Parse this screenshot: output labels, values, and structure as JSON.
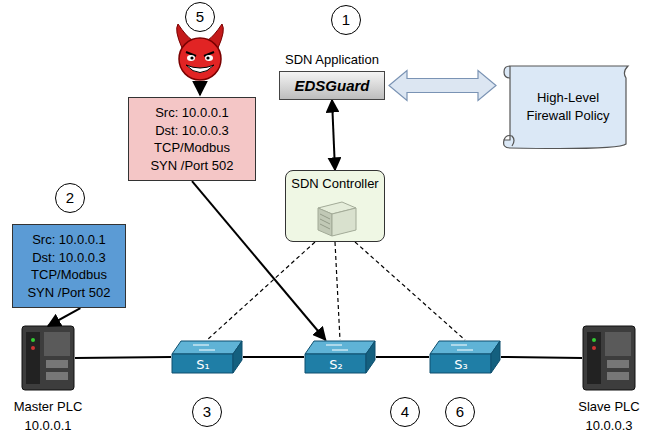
{
  "diagram": {
    "nodes": [
      {
        "text": [
          "SDN Application",
          "EDSGuard"
        ]
      },
      {
        "text": [
          "High-Level Firewall Policy"
        ]
      },
      {
        "text": [
          "Src: 10.0.0.1 Dst: 10.0.0.3 TCP/Modbus SYN /Port 502"
        ]
      },
      {
        "text": [
          "SDN Controller"
        ]
      },
      {
        "text": [
          "Src: 10.0.0.1 Dst: 10.0.0.3 TCP/Modbus SYN /Port 502"
        ]
      },
      {
        "text": [
          "Master PLC 10.0.0.1"
        ]
      },
      {
        "text": [
          "S₁"
        ]
      },
      {
        "text": [
          "S₂"
        ]
      },
      {
        "text": [
          "S₃"
        ]
      },
      {
        "text": [
          "Slave PLC 10.0.0.3"
        ]
      }
    ],
    "edges": [
      {
        "from": 0,
        "to": 1,
        "arrow": "both"
      },
      {
        "from": 0,
        "to": 3,
        "arrow": "both"
      },
      {
        "from": 3,
        "to": 6,
        "arrow": "none"
      },
      {
        "from": 3,
        "to": 7,
        "arrow": "none"
      },
      {
        "from": 3,
        "to": 8,
        "arrow": "none"
      },
      {
        "from": 5,
        "to": 6,
        "arrow": "none"
      },
      {
        "from": 6,
        "to": 7,
        "arrow": "none"
      },
      {
        "from": 7,
        "to": 8,
        "arrow": "none"
      },
      {
        "from": 8,
        "to": 9,
        "arrow": "none"
      },
      {
        "from": 4,
        "to": 5,
        "arrow": "to"
      },
      {
        "from": 2,
        "to": 7,
        "arrow": "to"
      }
    ],
    "labels": [
      "5",
      "1",
      "2",
      "3",
      "4",
      "6"
    ]
  }
}
